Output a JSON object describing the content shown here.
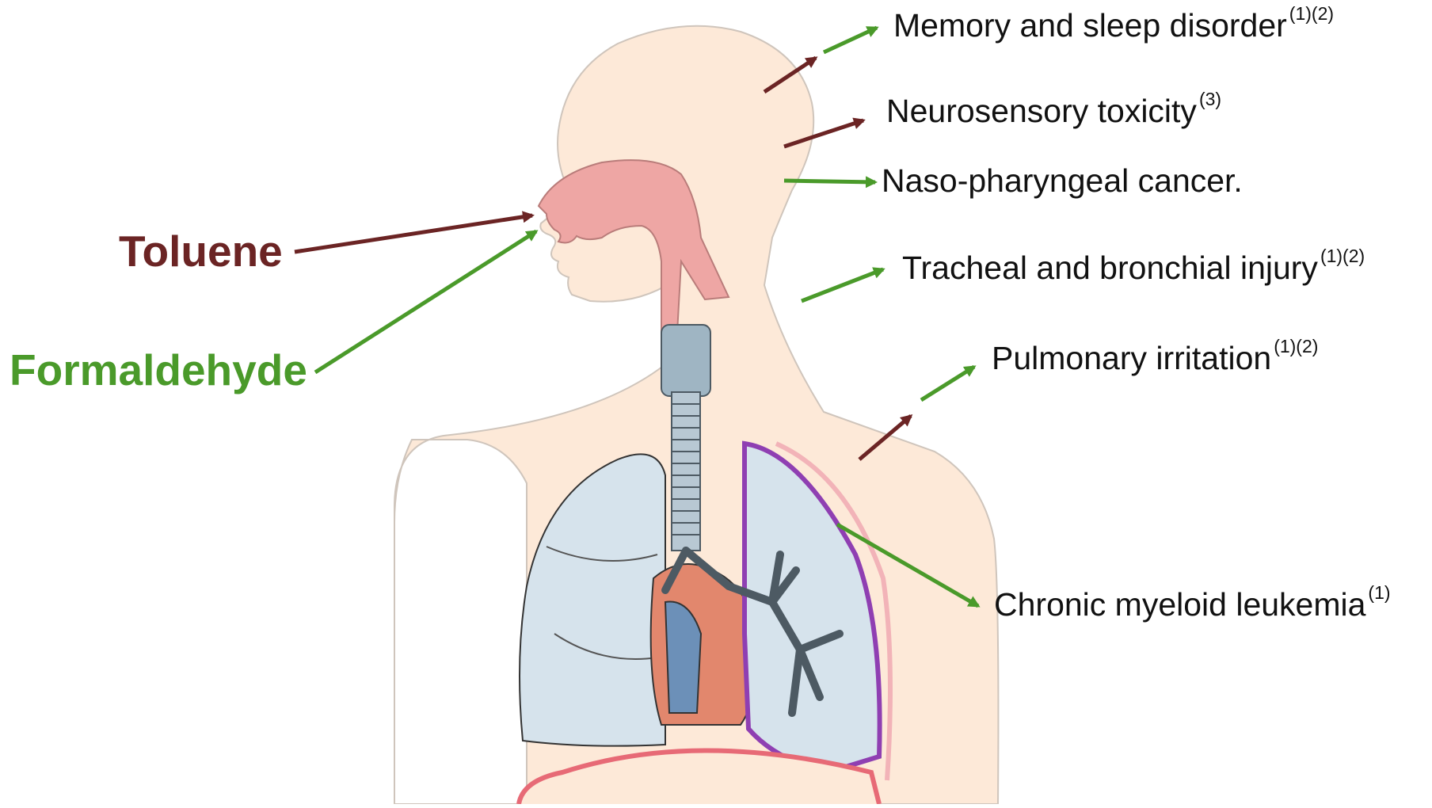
{
  "agents": {
    "toluene": {
      "label": "Toluene",
      "color": "#6b2424"
    },
    "formaldehyde": {
      "label": "Formaldehyde",
      "color": "#4a9a2a"
    }
  },
  "effects": [
    {
      "id": "memory",
      "text": "Memory and sleep disorder",
      "ref": "(1)(2)"
    },
    {
      "id": "neuro",
      "text": "Neurosensory toxicity",
      "ref": "(3)"
    },
    {
      "id": "naso",
      "text": "Naso-pharyngeal cancer.",
      "ref": ""
    },
    {
      "id": "tracheal",
      "text": "Tracheal and bronchial injury",
      "ref": "(1)(2)"
    },
    {
      "id": "pulmonary",
      "text": "Pulmonary irritation",
      "ref": "(1)(2)"
    },
    {
      "id": "cml",
      "text": "Chronic myeloid leukemia",
      "ref": "(1)"
    }
  ],
  "colors": {
    "skin": "#fde9d8",
    "skin_outline": "#cfc5bc",
    "airway": "#eea6a4",
    "lung": "#d6e3ec",
    "trachea": "#9fb5c3",
    "pleura": "#8f3fb2",
    "diaphragm": "#e76a76"
  }
}
